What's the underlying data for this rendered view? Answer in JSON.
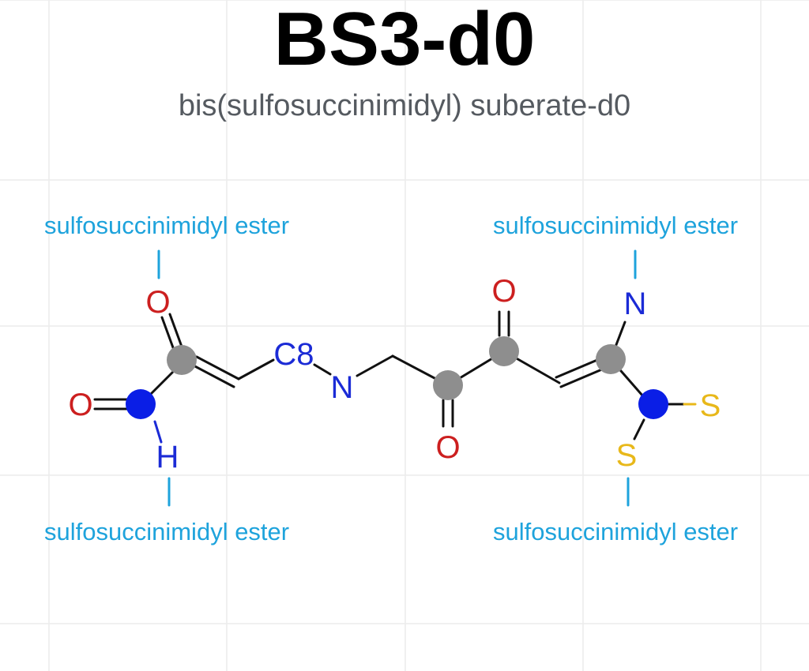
{
  "title": "BS3-d0",
  "subtitle": "bis(sulfosuccinimidyl) suberate-d0",
  "annotations": {
    "top_left": "sulfosuccinimidyl ester",
    "top_right": "sulfosuccinimidyl ester",
    "bottom_left": "sulfosuccinimidyl ester",
    "bottom_right": "sulfosuccinimidyl ester"
  },
  "atom_labels": {
    "o_top_left": "O",
    "o_left": "O",
    "h_left": "H",
    "c8": "C8",
    "n_mid": "N",
    "o_top_mid": "O",
    "o_bottom_mid": "O",
    "n_right": "N",
    "s_right": "S",
    "s_bottom": "S"
  },
  "colors": {
    "oxygen": "#cc1f1f",
    "nitrogen": "#1b2bd6",
    "sulfur": "#e8b81a",
    "carbon": "#8e8e8e",
    "annotation": "#1ea3dc"
  }
}
